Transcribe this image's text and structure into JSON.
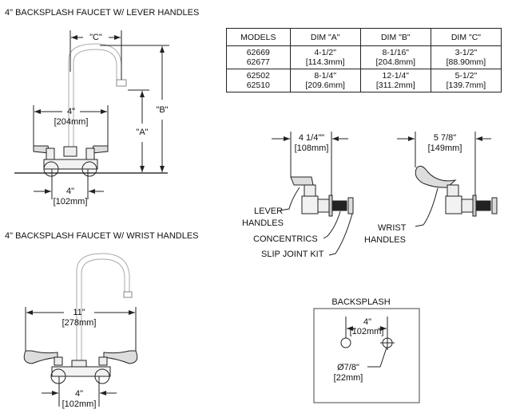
{
  "sections": {
    "lever_title": "4\" BACKSPLASH FAUCET W/ LEVER HANDLES",
    "wrist_title": "4\" BACKSPLASH FAUCET W/ WRIST HANDLES",
    "backsplash_title": "BACKSPLASH"
  },
  "table": {
    "headers": [
      "MODELS",
      "DIM \"A\"",
      "DIM \"B\"",
      "DIM \"C\""
    ],
    "rows": [
      {
        "models": [
          "62669",
          "62677"
        ],
        "a": [
          "4-1/2\"",
          "[114.3mm]"
        ],
        "b": [
          "8-1/16\"",
          "[204.8mm]"
        ],
        "c": [
          "3-1/2\"",
          "[88.90mm]"
        ]
      },
      {
        "models": [
          "62502",
          "62510"
        ],
        "a": [
          "8-1/4\"",
          "[209.6mm]"
        ],
        "b": [
          "12-1/4\"",
          "[311.2mm]"
        ],
        "c": [
          "5-1/2\"",
          "[139.7mm]"
        ]
      }
    ]
  },
  "lever_faucet": {
    "dim_c": "\"C\"",
    "dim_b": "\"B\"",
    "dim_a": "\"A\"",
    "handle_span": "4\"",
    "handle_span_mm": "[204mm]",
    "center": "4\"",
    "center_mm": "[102mm]"
  },
  "wrist_faucet": {
    "handle_span": "11\"",
    "handle_span_mm": "[278mm]",
    "center": "4\"",
    "center_mm": "[102mm]"
  },
  "side_lever": {
    "dim": "4 1/4\"\"",
    "dim_mm": "[108mm]",
    "labels": [
      "LEVER",
      "HANDLES",
      "CONCENTRICS",
      "SLIP JOINT KIT"
    ]
  },
  "side_wrist": {
    "dim": "5 7/8\"",
    "dim_mm": "[149mm]",
    "labels": [
      "WRIST",
      "HANDLES"
    ]
  },
  "backsplash": {
    "spacing": "4\"",
    "spacing_mm": "[102mm]",
    "hole": "Ø7/8\"",
    "hole_mm": "[22mm]"
  }
}
